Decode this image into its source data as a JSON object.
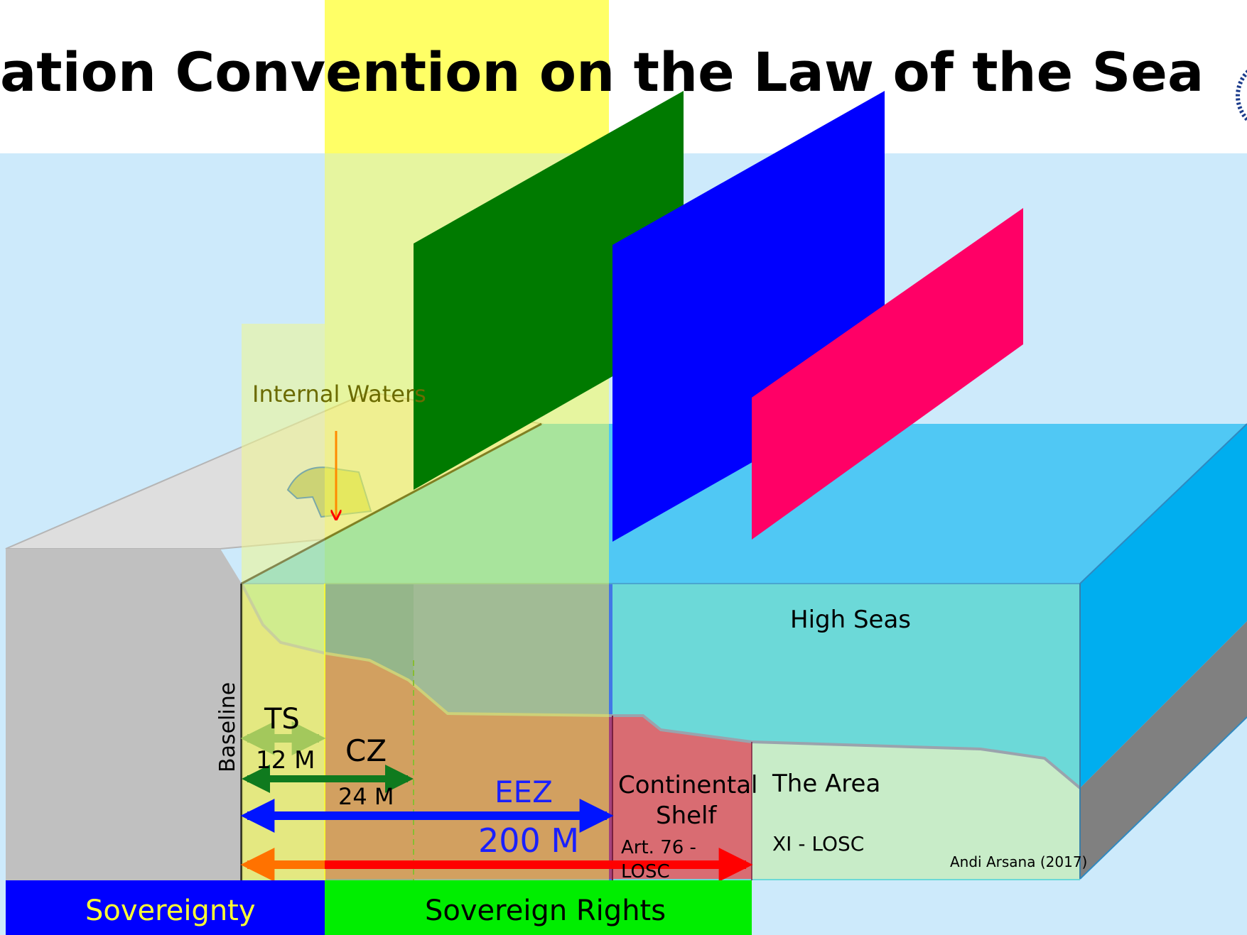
{
  "title": "ation Convention on the Law of the Sea",
  "labels": {
    "internal_waters": "Internal Waters",
    "baseline": "Baseline",
    "ts": "TS",
    "ts_distance": "12 M",
    "cz": "CZ",
    "cz_distance": "24 M",
    "eez": "EEZ",
    "eez_distance": "200 M",
    "continental_shelf_line1": "Continental",
    "continental_shelf_line2": "Shelf",
    "cs_article_line1": "Art. 76 -",
    "cs_article_line2": "LOSC",
    "high_seas": "High Seas",
    "the_area": "The Area",
    "area_article": "XI - LOSC",
    "credit": "Andi Arsana (2017)"
  },
  "bottom_bar": {
    "sovereignty": "Sovereignty",
    "sovereign_rights": "Sovereign Rights"
  },
  "colors": {
    "sky": "#cdeafb",
    "land": "#c0c0c0",
    "land_top": "#dedede",
    "sea_surface": "#50c8f4",
    "sea_side": "#00aeef",
    "high_seas": "#6cd9d8",
    "the_area": "#c8ecc8",
    "continental_shelf": "#d96c72",
    "eez_seabed": "#a5417c",
    "eez_water": "#4277e6",
    "cz_water": "#2b6cd0",
    "ts_zone": "#d6d772",
    "internal_waters_panel": "#f1f58e",
    "cz_panel": "#007a00",
    "eez_panel": "#0000ff",
    "cs_panel": "#ff0066",
    "ts_arrow": "#a3c85c",
    "cz_arrow": "#0f7a1e",
    "eez_arrow": "#0014ff",
    "cs_arrow": "#ff0000",
    "cs_arrow_start": "#ff7200",
    "sovereignty_bar": "#0000ff",
    "sovereign_rights_bar": "#00ee00",
    "sovereignty_text": "#ffff33",
    "eez_text": "#1a20ff"
  }
}
